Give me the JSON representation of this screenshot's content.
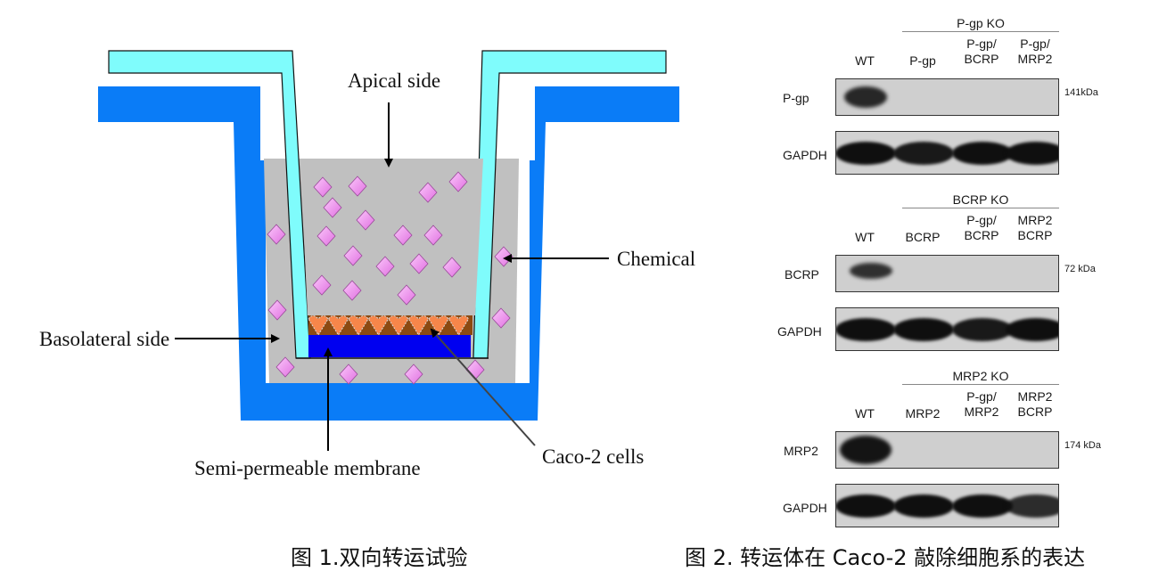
{
  "figure1": {
    "caption": "图 1.双向转运试验",
    "labels": {
      "apical": "Apical side",
      "chemical": "Chemical",
      "basolateral": "Basolateral side",
      "membrane": "Semi-permeable membrane",
      "cells": "Caco-2 cells"
    },
    "colors": {
      "outer_well": "#0a7cf7",
      "insert": "#7ffcfc",
      "medium": "#c0c0c0",
      "membrane": "#0000f0",
      "cell_layer": "#8b4a12",
      "cells": "#f7864a",
      "chemical": "#ee88ee"
    }
  },
  "figure2": {
    "caption": "图 2. 转运体在 Caco-2 敲除细胞系的表达",
    "panels": [
      {
        "group_title": "P-gp KO",
        "lanes": [
          "WT",
          "P-gp",
          "P-gp/\nBCRP",
          "P-gp/\nMRP2"
        ],
        "target": "P-gp",
        "size": "141kDa",
        "loading": "GAPDH",
        "target_intensity": [
          0.9,
          0.0,
          0.0,
          0.0
        ],
        "gapdh_intensity": [
          1.0,
          0.95,
          1.0,
          1.0
        ]
      },
      {
        "group_title": "BCRP KO",
        "lanes": [
          "WT",
          "BCRP",
          "P-gp/\nBCRP",
          "MRP2\nBCRP"
        ],
        "target": "BCRP",
        "size": "72 kDa",
        "loading": "GAPDH",
        "target_intensity": [
          0.85,
          0.0,
          0.0,
          0.0
        ],
        "gapdh_intensity": [
          1.0,
          1.0,
          0.95,
          1.0
        ]
      },
      {
        "group_title": "MRP2 KO",
        "lanes": [
          "WT",
          "MRP2",
          "P-gp/\nMRP2",
          "MRP2\nBCRP"
        ],
        "target": "MRP2",
        "size": "174 kDa",
        "loading": "GAPDH",
        "target_intensity": [
          1.0,
          0.0,
          0.0,
          0.0
        ],
        "gapdh_intensity": [
          1.0,
          1.0,
          1.0,
          0.85
        ]
      }
    ]
  }
}
